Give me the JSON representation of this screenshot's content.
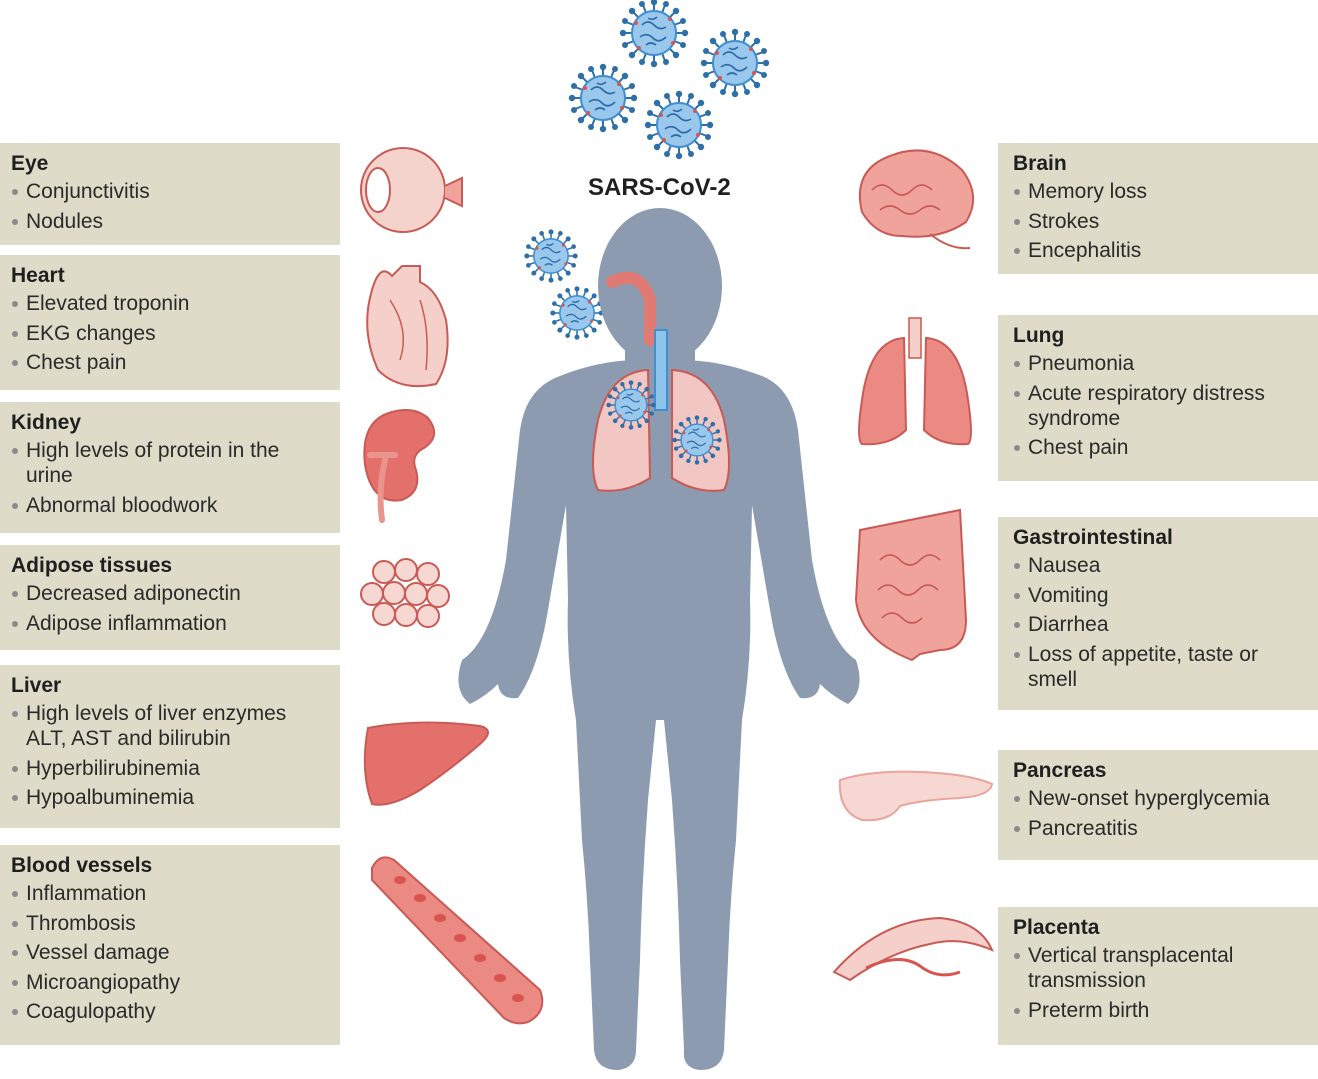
{
  "virus_label": "SARS-CoV-2",
  "colors": {
    "panel_bg": "#dedbc8",
    "body_silhouette": "#8d9bb0",
    "organ_red": "#e3706a",
    "virus_blue": "#3f8fd2"
  },
  "left_panels": [
    {
      "title": "Eye",
      "items": [
        "Conjunctivitis",
        "Nodules"
      ],
      "icon": "eye-icon"
    },
    {
      "title": "Heart",
      "items": [
        "Elevated troponin",
        "EKG changes",
        "Chest pain"
      ],
      "icon": "heart-icon"
    },
    {
      "title": "Kidney",
      "items": [
        "High levels of protein in the urine",
        "Abnormal bloodwork"
      ],
      "icon": "kidney-icon"
    },
    {
      "title": "Adipose tissues",
      "items": [
        "Decreased adiponectin",
        "Adipose inflammation"
      ],
      "icon": "adipose-icon"
    },
    {
      "title": "Liver",
      "items": [
        "High levels of liver enzymes ALT, AST and bilirubin",
        "Hyperbilirubinemia",
        "Hypoalbuminemia"
      ],
      "icon": "liver-icon"
    },
    {
      "title": "Blood vessels",
      "items": [
        "Inflammation",
        "Thrombosis",
        "Vessel damage",
        "Microangiopathy",
        "Coagulopathy"
      ],
      "icon": "blood-vessel-icon"
    }
  ],
  "right_panels": [
    {
      "title": "Brain",
      "items": [
        "Memory loss",
        "Strokes",
        "Encephalitis"
      ],
      "icon": "brain-icon"
    },
    {
      "title": "Lung",
      "items": [
        "Pneumonia",
        "Acute respiratory distress syndrome",
        "Chest pain"
      ],
      "icon": "lung-icon"
    },
    {
      "title": "Gastrointestinal",
      "items": [
        "Nausea",
        "Vomiting",
        "Diarrhea",
        "Loss of appetite, taste or smell"
      ],
      "icon": "intestine-icon"
    },
    {
      "title": "Pancreas",
      "items": [
        "New-onset hyperglycemia",
        "Pancreatitis"
      ],
      "icon": "pancreas-icon"
    },
    {
      "title": "Placenta",
      "items": [
        "Vertical transplacental transmission",
        "Preterm birth"
      ],
      "icon": "placenta-icon"
    }
  ]
}
